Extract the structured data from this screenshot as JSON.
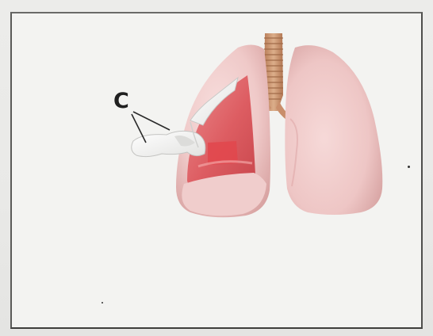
{
  "figure": {
    "label": "C",
    "colors": {
      "lung_tissue": "#f1cdcd",
      "lung_shadow": "#dcaaa9",
      "inner_cavity": "#e06b6f",
      "trachea": "#cf9a77",
      "pleura_membrane": "#fbfbfb",
      "frame_border": "#4e4e4c"
    },
    "icons": [
      "lungs-illustration",
      "trachea-illustration",
      "pleura-illustration"
    ]
  }
}
